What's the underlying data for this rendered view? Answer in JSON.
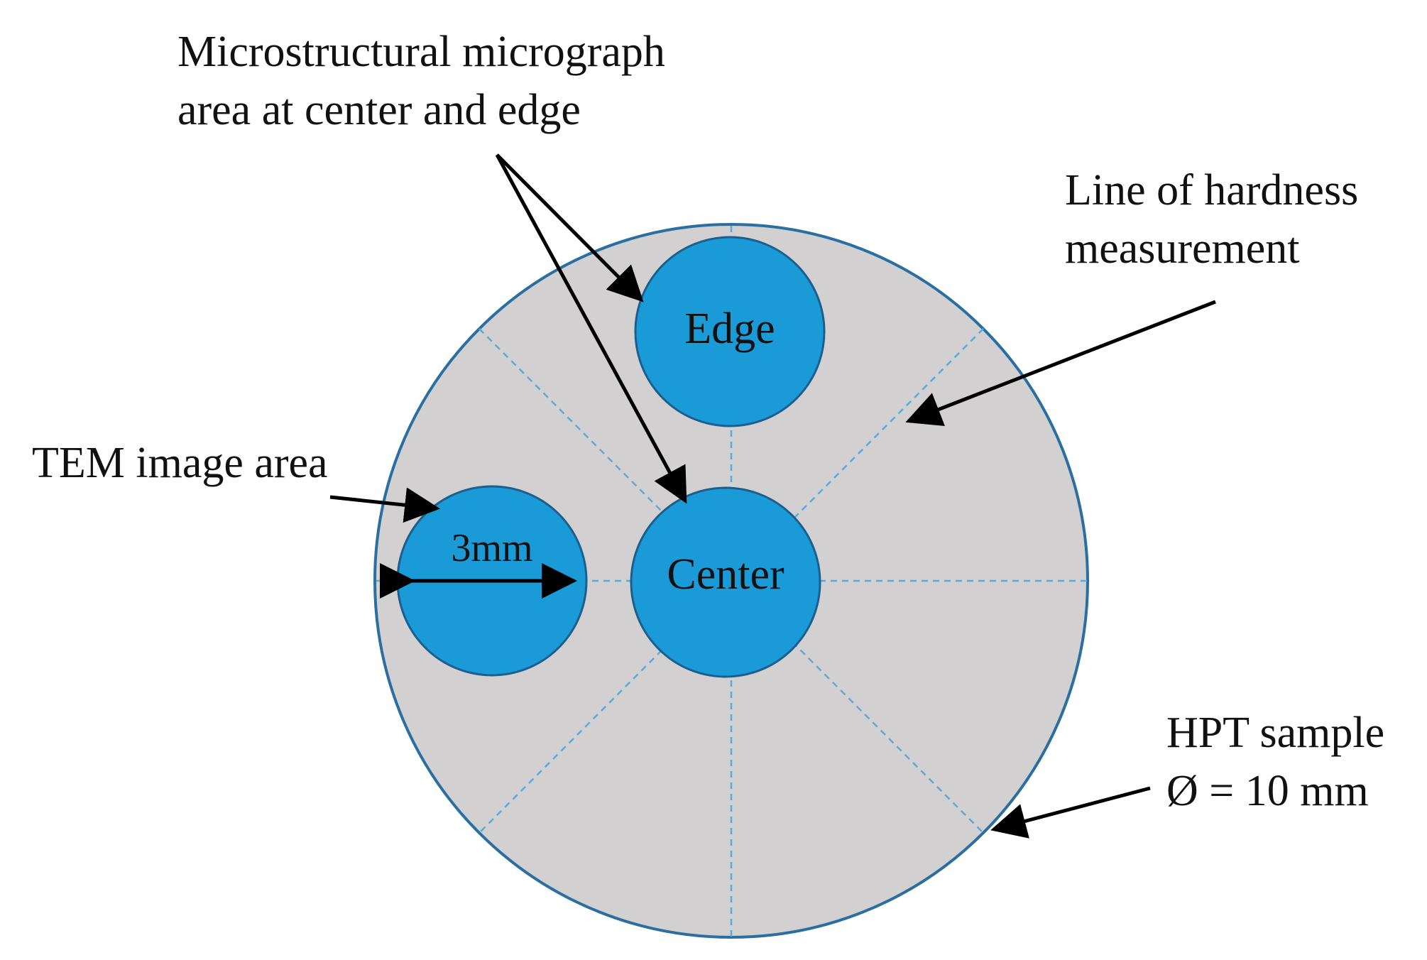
{
  "colors": {
    "sample_fill": "#d3d0d1",
    "sample_stroke": "#2b6fa0",
    "region_fill": "#1a9ad6",
    "region_stroke": "#1c5f8f",
    "guide_line": "#5aa9d9",
    "arrow": "#000000"
  },
  "labels": {
    "micrograph": [
      "Microstructural micrograph",
      "area at center and edge"
    ],
    "hardness": [
      "Line of hardness",
      "measurement"
    ],
    "tem": "TEM image area",
    "tem_diameter": "3mm",
    "edge": "Edge",
    "center": "Center",
    "sample": [
      "HPT sample",
      "Ø = 10 mm"
    ]
  }
}
